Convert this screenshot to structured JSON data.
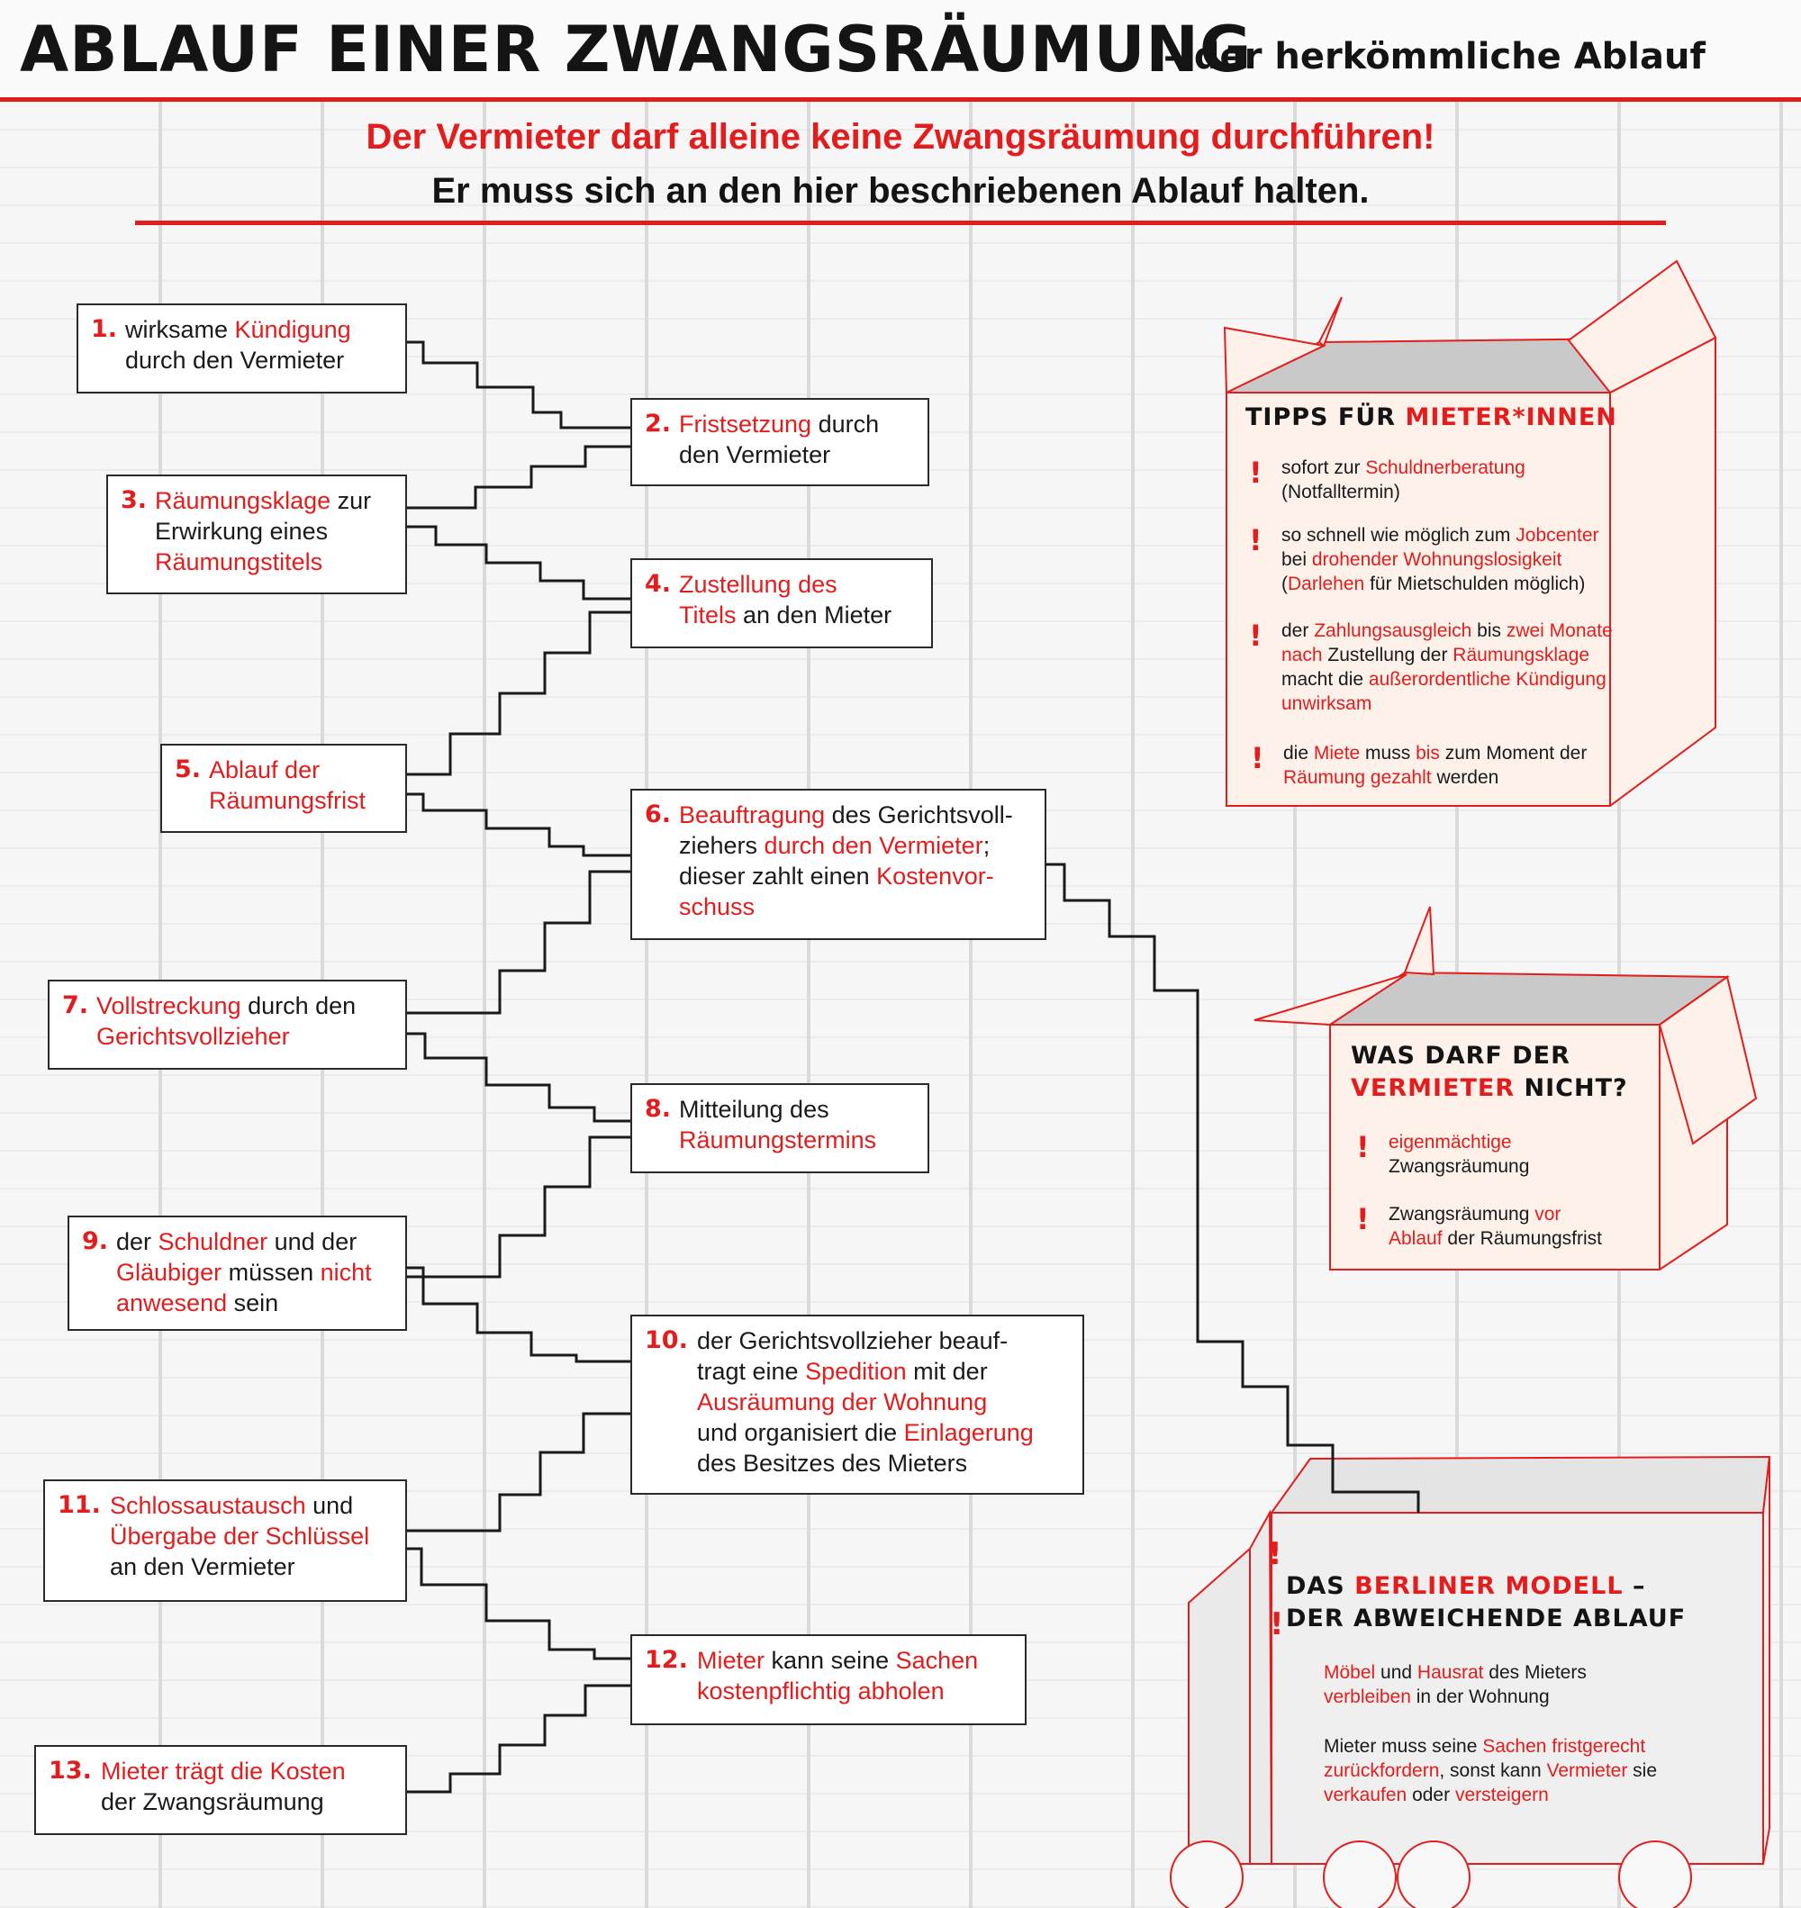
{
  "header": {
    "title": "ABLAUF EINER ZWANGSRÄUMUNG",
    "subtitle": "– der herkömmliche Ablauf",
    "lead_warning": "Der Vermieter darf alleine keine Zwangsräumung durchführen!",
    "lead_note": "Er muss sich an den hier beschriebenen Ablauf halten."
  },
  "steps": [
    {
      "num": "1.",
      "lines": [
        [
          {
            "t": "wirksame "
          },
          {
            "t": "Kündigung",
            "r": 1
          }
        ],
        [
          {
            "t": "durch den Vermieter"
          }
        ]
      ]
    },
    {
      "num": "2.",
      "lines": [
        [
          {
            "t": "Fristsetzung",
            "r": 1
          },
          {
            "t": " durch"
          }
        ],
        [
          {
            "t": "den Vermieter"
          }
        ]
      ]
    },
    {
      "num": "3.",
      "lines": [
        [
          {
            "t": "Räumungsklage",
            "r": 1
          },
          {
            "t": " zur"
          }
        ],
        [
          {
            "t": "Erwirkung eines"
          }
        ],
        [
          {
            "t": "Räumungstitels",
            "r": 1
          }
        ]
      ]
    },
    {
      "num": "4.",
      "lines": [
        [
          {
            "t": "Zustellung des",
            "r": 1
          }
        ],
        [
          {
            "t": "Titels",
            "r": 1
          },
          {
            "t": " an den Mieter"
          }
        ]
      ]
    },
    {
      "num": "5.",
      "lines": [
        [
          {
            "t": "Ablauf der",
            "r": 1
          }
        ],
        [
          {
            "t": "Räumungsfrist",
            "r": 1
          }
        ]
      ]
    },
    {
      "num": "6.",
      "lines": [
        [
          {
            "t": "Beauftragung",
            "r": 1
          },
          {
            "t": " des Gerichtsvoll-"
          }
        ],
        [
          {
            "t": "ziehers "
          },
          {
            "t": "durch den Vermieter",
            "r": 1
          },
          {
            "t": ";"
          }
        ],
        [
          {
            "t": "dieser zahlt einen "
          },
          {
            "t": "Kostenvor-",
            "r": 1
          }
        ],
        [
          {
            "t": "schuss",
            "r": 1
          }
        ]
      ]
    },
    {
      "num": "7.",
      "lines": [
        [
          {
            "t": "Vollstreckung",
            "r": 1
          },
          {
            "t": " durch den"
          }
        ],
        [
          {
            "t": "Gerichtsvollzieher",
            "r": 1
          }
        ]
      ]
    },
    {
      "num": "8.",
      "lines": [
        [
          {
            "t": "Mitteilung des"
          }
        ],
        [
          {
            "t": "Räumungstermins",
            "r": 1
          }
        ]
      ]
    },
    {
      "num": "9.",
      "lines": [
        [
          {
            "t": "der "
          },
          {
            "t": "Schuldner",
            "r": 1
          },
          {
            "t": " und der"
          }
        ],
        [
          {
            "t": "Gläubiger",
            "r": 1
          },
          {
            "t": " müssen "
          },
          {
            "t": "nicht",
            "r": 1
          }
        ],
        [
          {
            "t": "anwesend",
            "r": 1
          },
          {
            "t": " sein"
          }
        ]
      ]
    },
    {
      "num": "10.",
      "lines": [
        [
          {
            "t": "der Gerichtsvollzieher beauf-"
          }
        ],
        [
          {
            "t": "tragt eine "
          },
          {
            "t": "Spedition",
            "r": 1
          },
          {
            "t": " mit der"
          }
        ],
        [
          {
            "t": "Ausräumung der Wohnung",
            "r": 1
          }
        ],
        [
          {
            "t": "und organisiert die "
          },
          {
            "t": "Einlagerung",
            "r": 1
          }
        ],
        [
          {
            "t": "des Besitzes des Mieters"
          }
        ]
      ]
    },
    {
      "num": "11.",
      "lines": [
        [
          {
            "t": "Schlossaustausch",
            "r": 1
          },
          {
            "t": " und"
          }
        ],
        [
          {
            "t": "Übergabe der Schlüssel",
            "r": 1
          }
        ],
        [
          {
            "t": "an den Vermieter"
          }
        ]
      ]
    },
    {
      "num": "12.",
      "lines": [
        [
          {
            "t": "Mieter",
            "r": 1
          },
          {
            "t": " kann seine "
          },
          {
            "t": "Sachen",
            "r": 1
          }
        ],
        [
          {
            "t": "kostenpflichtig abholen",
            "r": 1
          }
        ]
      ]
    },
    {
      "num": "13.",
      "lines": [
        [
          {
            "t": "Mieter trägt die Kosten",
            "r": 1
          }
        ],
        [
          {
            "t": "der Zwangsräumung"
          }
        ]
      ]
    }
  ],
  "tips_panel": {
    "title_black": "TIPPS FÜR ",
    "title_red": "MIETER*INNEN",
    "mark": "!",
    "items": [
      [
        [
          {
            "t": "sofort zur "
          },
          {
            "t": "Schuldnerberatung",
            "r": 1
          }
        ],
        [
          {
            "t": "(Notfalltermin)"
          }
        ]
      ],
      [
        [
          {
            "t": "so schnell wie möglich zum "
          },
          {
            "t": "Jobcenter",
            "r": 1
          }
        ],
        [
          {
            "t": "bei "
          },
          {
            "t": "drohender Wohnungslosigkeit",
            "r": 1
          }
        ],
        [
          {
            "t": "("
          },
          {
            "t": "Darlehen",
            "r": 1
          },
          {
            "t": " für Mietschulden möglich)"
          }
        ]
      ],
      [
        [
          {
            "t": "der "
          },
          {
            "t": "Zahlungsausgleich",
            "r": 1
          },
          {
            "t": " bis "
          },
          {
            "t": "zwei Monate",
            "r": 1
          }
        ],
        [
          {
            "t": "nach",
            "r": 1
          },
          {
            "t": " Zustellung der "
          },
          {
            "t": "Räumungsklage",
            "r": 1
          }
        ],
        [
          {
            "t": "macht die "
          },
          {
            "t": "außerordentliche Kündigung",
            "r": 1
          }
        ],
        [
          {
            "t": "unwirksam",
            "r": 1
          }
        ]
      ],
      [
        [
          {
            "t": "die "
          },
          {
            "t": "Miete",
            "r": 1
          },
          {
            "t": " muss "
          },
          {
            "t": "bis",
            "r": 1
          },
          {
            "t": " zum Moment der"
          }
        ],
        [
          {
            "t": "Räumung gezahlt",
            "r": 1
          },
          {
            "t": " werden"
          }
        ]
      ]
    ]
  },
  "landlord_panel": {
    "title_line1": "WAS DARF DER",
    "title_red": "VERMIETER",
    "title_rest": " NICHT?",
    "mark": "!",
    "items": [
      [
        [
          {
            "t": "eigenmächtige",
            "r": 1
          }
        ],
        [
          {
            "t": "Zwangsräumung"
          }
        ]
      ],
      [
        [
          {
            "t": "Zwangsräumung "
          },
          {
            "t": "vor",
            "r": 1
          }
        ],
        [
          {
            "t": "Ablauf",
            "r": 1
          },
          {
            "t": " der Räumungsfrist"
          }
        ]
      ]
    ]
  },
  "berlin_panel": {
    "title_black1": "DAS ",
    "title_red": "BERLINER MODELL",
    "title_black2": " –",
    "title_line2": "DER ABWEICHENDE ABLAUF",
    "mark": "!",
    "paragraphs": [
      [
        [
          {
            "t": "Möbel",
            "r": 1
          },
          {
            "t": " und "
          },
          {
            "t": "Hausrat",
            "r": 1
          },
          {
            "t": " des Mieters"
          }
        ],
        [
          {
            "t": "verbleiben",
            "r": 1
          },
          {
            "t": " in der Wohnung"
          }
        ]
      ],
      [
        [
          {
            "t": "Mieter muss seine "
          },
          {
            "t": "Sachen fristgerecht",
            "r": 1
          }
        ],
        [
          {
            "t": "zurückfordern",
            "r": 1
          },
          {
            "t": ", sonst kann "
          },
          {
            "t": "Vermieter",
            "r": 1
          },
          {
            "t": " sie"
          }
        ],
        [
          {
            "t": "verkaufen",
            "r": 1
          },
          {
            "t": " oder "
          },
          {
            "t": "versteigern",
            "r": 1
          }
        ]
      ]
    ]
  },
  "colors": {
    "accent": "#e31d1d",
    "ink": "#141414",
    "box_fill": "#fdf1ea",
    "truck_fill": "#efefef"
  }
}
